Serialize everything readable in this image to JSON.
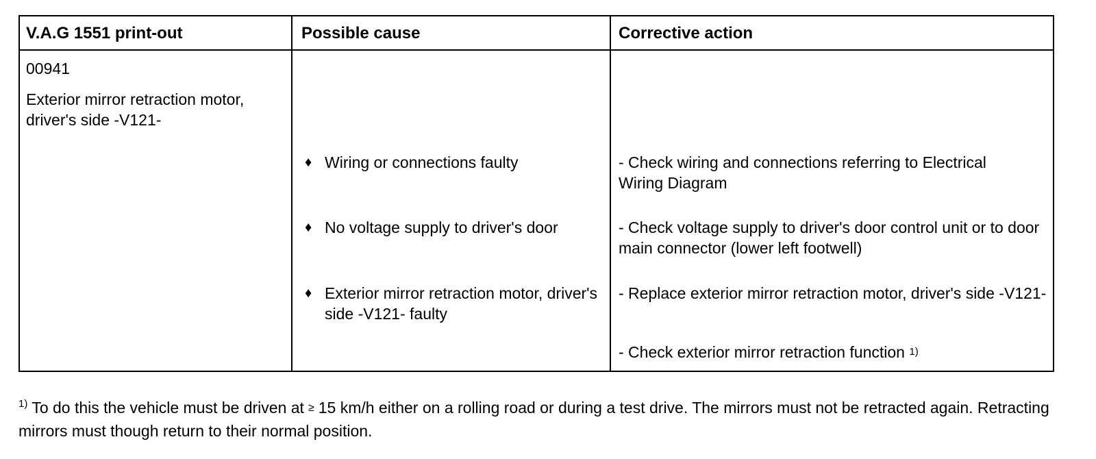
{
  "table": {
    "headers": [
      "V.A.G 1551 print-out",
      "Possible cause",
      "Corrective action"
    ],
    "code": "00941",
    "component": "Exterior mirror retraction motor, driver's side -V121-",
    "bullet_symbol": "♦",
    "causes": [
      "Wiring or connections faulty",
      "No voltage supply to driver's door",
      "Exterior mirror retraction motor, driver's side -V121- faulty"
    ],
    "actions": [
      "- Check wiring and connections referring to Electrical Wiring Diagram",
      "- Check voltage supply to driver's door control unit or to door main connector (lower left footwell)",
      "- Replace exterior mirror retraction motor, driver's side -V121-",
      "- Check exterior mirror retraction function"
    ],
    "action_footnote_ref": "1)"
  },
  "footnote": {
    "marker": "1)",
    "text_before": "To do this the vehicle must be driven at",
    "symbol": "≥",
    "text_after": "15 km/h either on a rolling road or during a test drive. The mirrors must not be retracted again. Retracting mirrors must though return to their normal position."
  }
}
